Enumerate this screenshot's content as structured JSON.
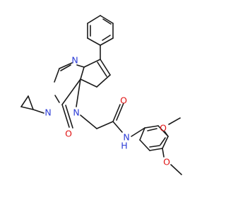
{
  "colors": {
    "bond": "#1a1a1a",
    "carbon": "#1a1a1a",
    "nitrogen": "#2b3bd6",
    "oxygen": "#e01414",
    "background": "#ffffff"
  },
  "atoms": {
    "n_pyrimidine_top": {
      "text": "N",
      "element": "N"
    },
    "n_pyrimidine_left": {
      "text": "N",
      "element": "N"
    },
    "n_pyrrole": {
      "text": "N",
      "element": "N"
    },
    "o_lactam": {
      "text": "O",
      "element": "O"
    },
    "o_amide": {
      "text": "O",
      "element": "O"
    },
    "n_amide": {
      "text": "N",
      "element": "N"
    },
    "h_amide": {
      "text": "H",
      "element": "N"
    },
    "o_methoxy_para": {
      "text": "O",
      "element": "O"
    },
    "o_methoxy_meta": {
      "text": "O",
      "element": "O"
    }
  }
}
